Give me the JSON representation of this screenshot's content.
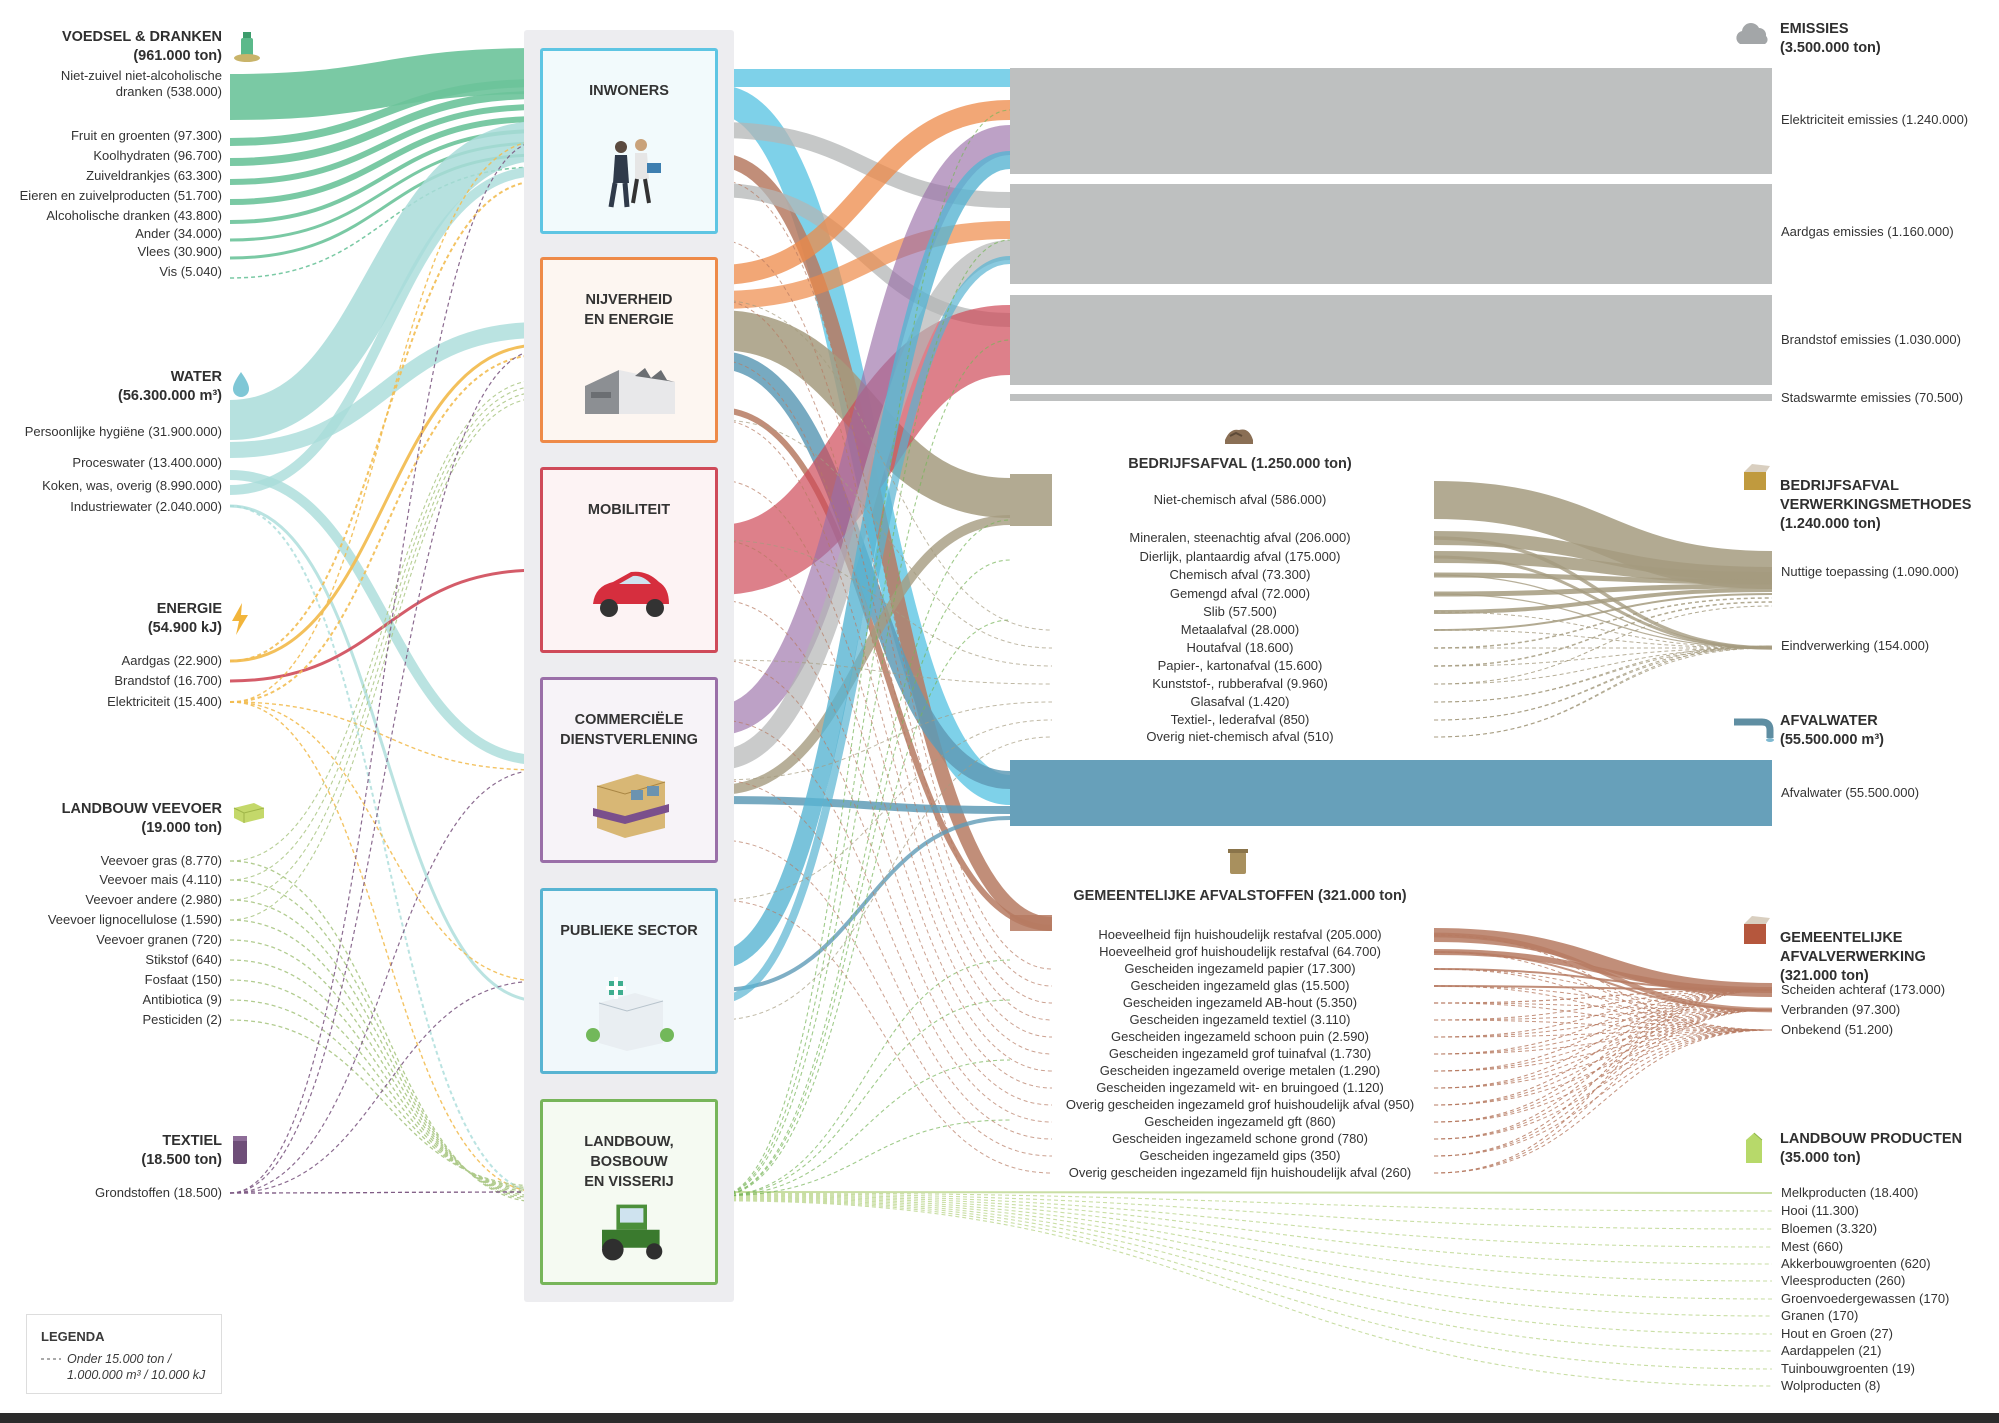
{
  "colors": {
    "food": "#6cc39a",
    "water": "#a9dcd9",
    "energy": "#f2bd52",
    "feed": "#aec98a",
    "textile": "#7e5b84",
    "inwoners": "#5ec5e3",
    "nijverheid": "#ee8a48",
    "mobiliteit": "#cf4a59",
    "commercieel": "#9a6fa8",
    "publiek": "#58b4d2",
    "landbouw": "#77b55a",
    "emissies": "#b3b5b5",
    "bedrijfsafval": "#a59b7f",
    "afvalwater": "#5f9bb6",
    "gemeente": "#b67a62",
    "producten": "#c6dc9f"
  },
  "inputs": {
    "food": {
      "title": "VOEDSEL & DRANKEN",
      "total": "(961.000 ton)",
      "icon": "bottle-icon",
      "items": [
        "Niet-zuivel niet-alcoholische\ndranken (538.000)",
        "Fruit en groenten (97.300)",
        "Koolhydraten (96.700)",
        "Zuiveldrankjes (63.300)",
        "Eieren en zuivelproducten (51.700)",
        "Alcoholische dranken (43.800)",
        "Ander (34.000)",
        "Vlees (30.900)",
        "Vis (5.040)"
      ]
    },
    "water": {
      "title": "WATER",
      "total": "(56.300.000 m³)",
      "icon": "water-drop-icon",
      "items": [
        "Persoonlijke hygiëne (31.900.000)",
        "Proceswater (13.400.000)",
        "Koken, was, overig (8.990.000)",
        "Industriewater (2.040.000)"
      ]
    },
    "energy": {
      "title": "ENERGIE",
      "total": "(54.900 kJ)",
      "icon": "lightning-icon",
      "items": [
        "Aardgas (22.900)",
        "Brandstof (16.700)",
        "Elektriciteit (15.400)"
      ]
    },
    "feed": {
      "title": "LANDBOUW VEEVOER",
      "total": "(19.000 ton)",
      "icon": "hay-bale-icon",
      "items": [
        "Veevoer gras (8.770)",
        "Veevoer mais (4.110)",
        "Veevoer andere (2.980)",
        "Veevoer lignocellulose (1.590)",
        "Veevoer granen (720)",
        "Stikstof (640)",
        "Fosfaat (150)",
        "Antibiotica (9)",
        "Pesticiden (2)"
      ]
    },
    "textile": {
      "title": "TEXTIEL",
      "total": "(18.500 ton)",
      "icon": "fabric-roll-icon",
      "items": [
        "Grondstoffen (18.500)"
      ]
    }
  },
  "sectors": [
    {
      "name": "INWONERS",
      "icon": "people-icon"
    },
    {
      "name": "NIJVERHEID\nEN ENERGIE",
      "icon": "factory-icon"
    },
    {
      "name": "MOBILITEIT",
      "icon": "car-icon"
    },
    {
      "name": "COMMERCIËLE\nDIENSTVERLENING",
      "icon": "shop-icon"
    },
    {
      "name": "PUBLIEKE SECTOR",
      "icon": "hospital-icon"
    },
    {
      "name": "LANDBOUW,\nBOSBOUW\nEN VISSERIJ",
      "icon": "tractor-icon"
    }
  ],
  "middle": {
    "bedrijfsafval": {
      "title": "BEDRIJFSAFVAL (1.250.000 ton)",
      "icon": "waste-pile-icon",
      "items": [
        "Niet-chemisch afval (586.000)",
        "Mineralen, steenachtig afval (206.000)",
        "Dierlijk, plantaardig afval (175.000)",
        "Chemisch afval (73.300)",
        "Gemengd afval (72.000)",
        "Slib (57.500)",
        "Metaalafval (28.000)",
        "Houtafval (18.600)",
        "Papier-, kartonafval (15.600)",
        "Kunststof-, rubberafval (9.960)",
        "Glasafval (1.420)",
        "Textiel-, lederafval (850)",
        "Overig niet-chemisch afval (510)"
      ]
    },
    "gemeente": {
      "title": "GEMEENTELIJKE AFVALSTOFFEN (321.000 ton)",
      "icon": "waste-bin-icon",
      "items": [
        "Hoeveelheid fijn huishoudelijk restafval (205.000)",
        "Hoeveelheid grof huishoudelijk restafval (64.700)",
        "Gescheiden ingezameld papier (17.300)",
        "Gescheiden ingezameld glas (15.500)",
        "Gescheiden ingezameld AB-hout (5.350)",
        "Gescheiden ingezameld textiel (3.110)",
        "Gescheiden ingezameld schoon puin (2.590)",
        "Gescheiden ingezameld grof tuinafval (1.730)",
        "Gescheiden ingezameld overige metalen (1.290)",
        "Gescheiden ingezameld wit- en bruingoed (1.120)",
        "Overig gescheiden ingezameld grof huishoudelijk afval (950)",
        "Gescheiden ingezameld gft (860)",
        "Gescheiden ingezameld schone grond (780)",
        "Gescheiden ingezameld gips (350)",
        "Overig gescheiden ingezameld fijn huishoudelijk afval (260)"
      ]
    }
  },
  "outputs": {
    "emissies": {
      "title": "EMISSIES",
      "total": "(3.500.000 ton)",
      "icon": "cloud-icon",
      "items": [
        "Elektriciteit emissies (1.240.000)",
        "Aardgas emissies (1.160.000)",
        "Brandstof emissies (1.030.000)",
        "Stadswarmte emissies (70.500)"
      ]
    },
    "bedrijfsverwerking": {
      "title": "BEDRIJFSAFVAL\nVERWERKINGSMETHODES",
      "total": "(1.240.000 ton)",
      "icon": "waste-crate-icon",
      "items": [
        "Nuttige toepassing (1.090.000)",
        "Eindverwerking (154.000)"
      ]
    },
    "afvalwater": {
      "title": "AFVALWATER",
      "total": "(55.500.000 m³)",
      "icon": "pipe-icon",
      "items": [
        "Afvalwater (55.500.000)"
      ]
    },
    "gemeenteverwerking": {
      "title": "GEMEENTELIJKE\nAFVALVERWERKING",
      "total": "(321.000 ton)",
      "icon": "incinerator-icon",
      "items": [
        "Scheiden achteraf (173.000)",
        "Verbranden (97.300)",
        "Onbekend (51.200)"
      ]
    },
    "producten": {
      "title": "LANDBOUW PRODUCTEN",
      "total": "(35.000 ton)",
      "icon": "milk-carton-icon",
      "items": [
        "Melkproducten (18.400)",
        "Hooi (11.300)",
        "Bloemen (3.320)",
        "Mest (660)",
        "Akkerbouwgroenten (620)",
        "Vleesproducten (260)",
        "Groenvoedergewassen (170)",
        "Granen (170)",
        "Hout en Groen (27)",
        "Aardappelen (21)",
        "Tuinbouwgroenten (19)",
        "Wolproducten (8)"
      ]
    }
  },
  "legend": {
    "title": "LEGENDA",
    "text": "Onder 15.000 ton /\n1.000.000 m³ / 10.000 kJ"
  }
}
